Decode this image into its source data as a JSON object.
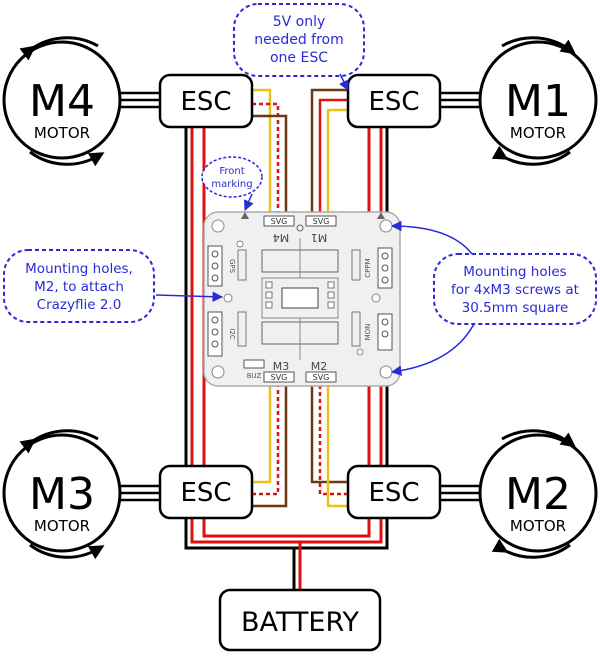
{
  "motors": {
    "m4": {
      "label": "M4",
      "sub": "MOTOR"
    },
    "m1": {
      "label": "M1",
      "sub": "MOTOR"
    },
    "m3": {
      "label": "M3",
      "sub": "MOTOR"
    },
    "m2": {
      "label": "M2",
      "sub": "MOTOR"
    }
  },
  "esc_label": "ESC",
  "battery_label": "BATTERY",
  "callouts": {
    "five_volt": [
      "5V only",
      "needed from",
      "one ESC"
    ],
    "front_marking": [
      "Front",
      "marking"
    ],
    "mounting_left": [
      "Mounting holes,",
      "M2, to attach",
      "Crazyflie 2.0"
    ],
    "mounting_right": [
      "Mounting holes",
      "for 4xM3 screws at",
      "30.5mm square"
    ]
  },
  "board": {
    "m1_label": "M1",
    "m2_label": "M2",
    "m3_label": "M3",
    "m4_label": "M4",
    "svg_label": "SVG",
    "gps": "GPS",
    "i2c": "I2C",
    "cppm": "CPPM",
    "mon": "MON",
    "buz": "BUZ"
  },
  "colors": {
    "red": "#e01010",
    "yellow": "#e8c21a",
    "brown": "#6b3a12",
    "callout": "#2a2ad8",
    "board": "#f0f0f0"
  }
}
